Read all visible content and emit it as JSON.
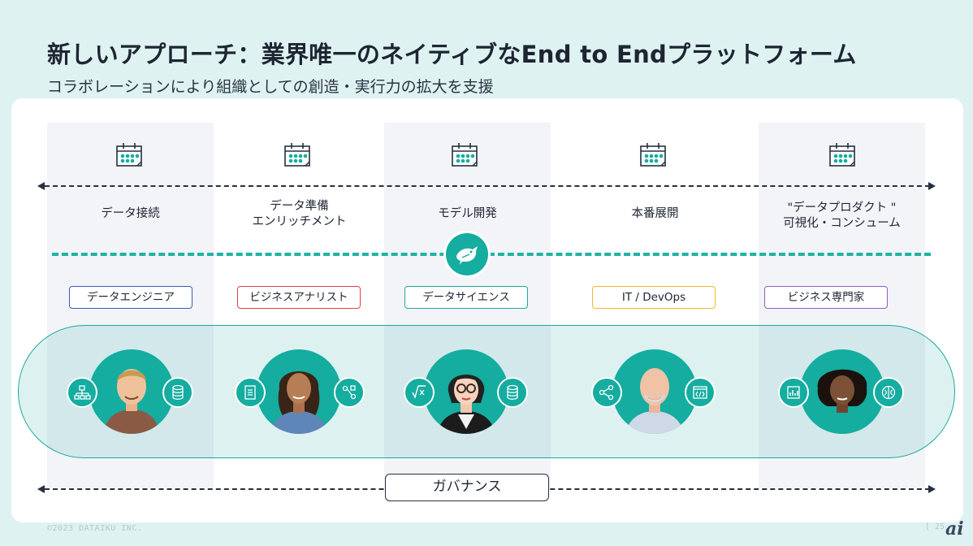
{
  "header": {
    "title": "新しいアプローチ：業界唯一のネイティブなEnd to Endプラットフォーム",
    "subtitle": "コラボレーションにより組織としての創造・実行力の拡大を支援"
  },
  "stages": [
    {
      "label": "データ接続",
      "icon": "calendar-icon"
    },
    {
      "label": "データ準備\nエンリッチメント",
      "icon": "calendar-icon"
    },
    {
      "label": "モデル開発",
      "icon": "calendar-icon"
    },
    {
      "label": "本番展開",
      "icon": "calendar-icon"
    },
    {
      "label": "\"データプロダクト \"\n可視化・コンシューム",
      "icon": "calendar-icon"
    }
  ],
  "roles": [
    {
      "label": "データエンジニア",
      "color": "#3b5bb5",
      "left_icon": "hierarchy-icon",
      "right_icon": "database-icon"
    },
    {
      "label": "ビジネスアナリスト",
      "color": "#e0404a",
      "left_icon": "document-icon",
      "right_icon": "workflow-icon"
    },
    {
      "label": "データサイエンス",
      "color": "#1aa99c",
      "left_icon": "formula-icon",
      "right_icon": "database-icon"
    },
    {
      "label": "IT / DevOps",
      "color": "#f2b82c",
      "left_icon": "share-icon",
      "right_icon": "code-window-icon"
    },
    {
      "label": "ビジネス専門家",
      "color": "#8f5cc7",
      "left_icon": "bar-chart-icon",
      "right_icon": "brain-icon"
    }
  ],
  "governance": {
    "label": "ガバナンス"
  },
  "footer": {
    "copyright": "©2023 DATAIKU INC.",
    "page": "[ 25",
    "logo_text": "ai"
  },
  "colors": {
    "teal": "#14ada0",
    "background": "#def2f2",
    "dark": "#1e2532"
  }
}
